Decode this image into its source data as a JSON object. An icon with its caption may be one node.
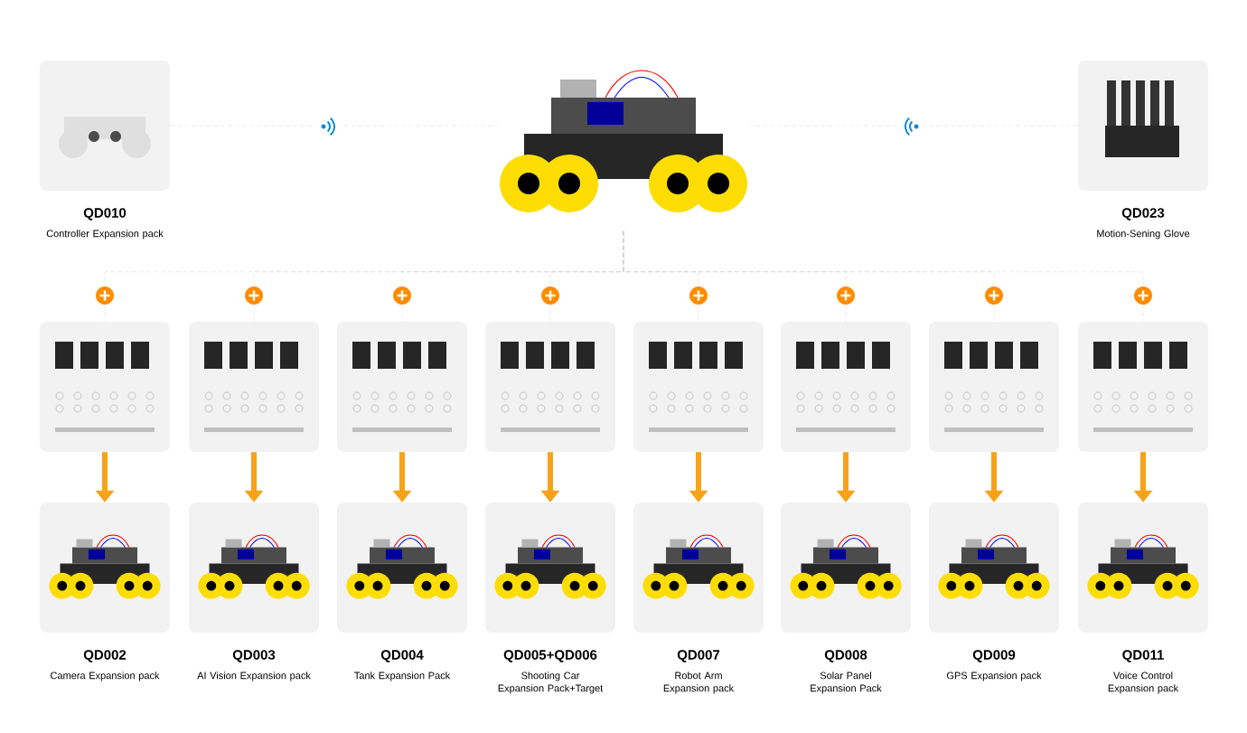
{
  "diagram": {
    "nodes": [
      {
        "text": [
          "QD010",
          "Controller Expansion pack"
        ]
      },
      {
        "text": [],
        "shape": "picture"
      },
      {
        "text": [
          "QD023",
          "Motion-Sening Glove"
        ]
      },
      {
        "text": [],
        "shape": "picture"
      },
      {
        "text": [],
        "shape": "picture"
      },
      {
        "text": [],
        "shape": "picture"
      },
      {
        "text": [],
        "shape": "picture"
      },
      {
        "text": [],
        "shape": "picture"
      },
      {
        "text": [],
        "shape": "picture"
      },
      {
        "text": [],
        "shape": "picture"
      },
      {
        "text": [],
        "shape": "picture"
      },
      {
        "text": [
          "QD002",
          "Camera Expansion pack"
        ]
      },
      {
        "text": [
          "QD003",
          "AI Vision Expansion pack"
        ]
      },
      {
        "text": [
          "QD004",
          "Tank Expansion Pack"
        ]
      },
      {
        "text": [
          "QD005+QD006",
          "Shooting Car Expansion Pack+Target"
        ]
      },
      {
        "text": [
          "QD007",
          "Robot Arm Expansion pack"
        ]
      },
      {
        "text": [
          "QD008",
          "Solar Panel Expansion Pack"
        ]
      },
      {
        "text": [
          "QD009",
          "GPS Expansion pack"
        ]
      },
      {
        "text": [
          "QD011",
          "Voice Control Expansion pack"
        ]
      }
    ],
    "edges": [
      {
        "from": 0,
        "to": 1,
        "arrow": "none",
        "style": "dashed"
      },
      {
        "from": 2,
        "to": 1,
        "arrow": "none",
        "style": "dashed"
      },
      {
        "from": 1,
        "to": 3,
        "arrow": "none",
        "style": "dashed"
      },
      {
        "from": 1,
        "to": 4,
        "arrow": "none",
        "style": "dashed"
      },
      {
        "from": 1,
        "to": 5,
        "arrow": "none",
        "style": "dashed"
      },
      {
        "from": 1,
        "to": 6,
        "arrow": "none",
        "style": "dashed"
      },
      {
        "from": 1,
        "to": 7,
        "arrow": "none",
        "style": "dashed"
      },
      {
        "from": 1,
        "to": 8,
        "arrow": "none",
        "style": "dashed"
      },
      {
        "from": 1,
        "to": 9,
        "arrow": "none",
        "style": "dashed"
      },
      {
        "from": 1,
        "to": 10,
        "arrow": "none",
        "style": "dashed"
      },
      {
        "from": 3,
        "to": 11,
        "arrow": "to",
        "style": "thick",
        "color": "#f7a21b"
      },
      {
        "from": 4,
        "to": 12,
        "arrow": "to",
        "style": "thick",
        "color": "#f7a21b"
      },
      {
        "from": 5,
        "to": 13,
        "arrow": "to",
        "style": "thick",
        "color": "#f7a21b"
      },
      {
        "from": 6,
        "to": 14,
        "arrow": "to",
        "style": "thick",
        "color": "#f7a21b"
      },
      {
        "from": 7,
        "to": 15,
        "arrow": "to",
        "style": "thick",
        "color": "#f7a21b"
      },
      {
        "from": 8,
        "to": 16,
        "arrow": "to",
        "style": "thick",
        "color": "#f7a21b"
      },
      {
        "from": 9,
        "to": 17,
        "arrow": "to",
        "style": "thick",
        "color": "#f7a21b"
      },
      {
        "from": 10,
        "to": 18,
        "arrow": "to",
        "style": "thick",
        "color": "#f7a21b"
      }
    ]
  }
}
